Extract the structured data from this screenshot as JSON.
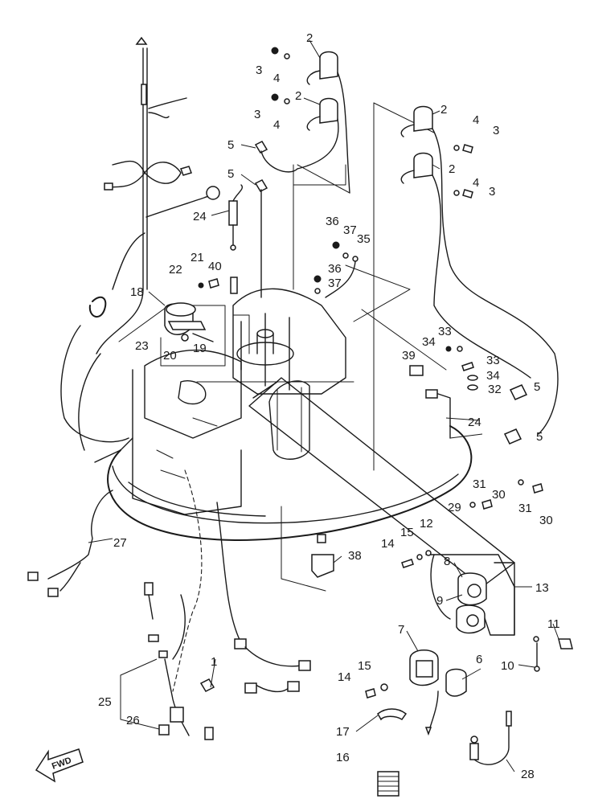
{
  "diagram": {
    "type": "exploded-parts-diagram",
    "callouts": [
      "1",
      "2",
      "3",
      "4",
      "5",
      "6",
      "7",
      "8",
      "9",
      "10",
      "11",
      "12",
      "13",
      "14",
      "15",
      "16",
      "17",
      "18",
      "19",
      "20",
      "21",
      "22",
      "23",
      "24",
      "25",
      "26",
      "27",
      "28",
      "29",
      "30",
      "31",
      "32",
      "33",
      "34",
      "35",
      "36",
      "37",
      "38",
      "39",
      "40"
    ],
    "direction_badge": {
      "text": "FWD",
      "icon": "arrow-fwd-icon"
    },
    "line_color": "#1a1a1a",
    "background": "#ffffff"
  }
}
